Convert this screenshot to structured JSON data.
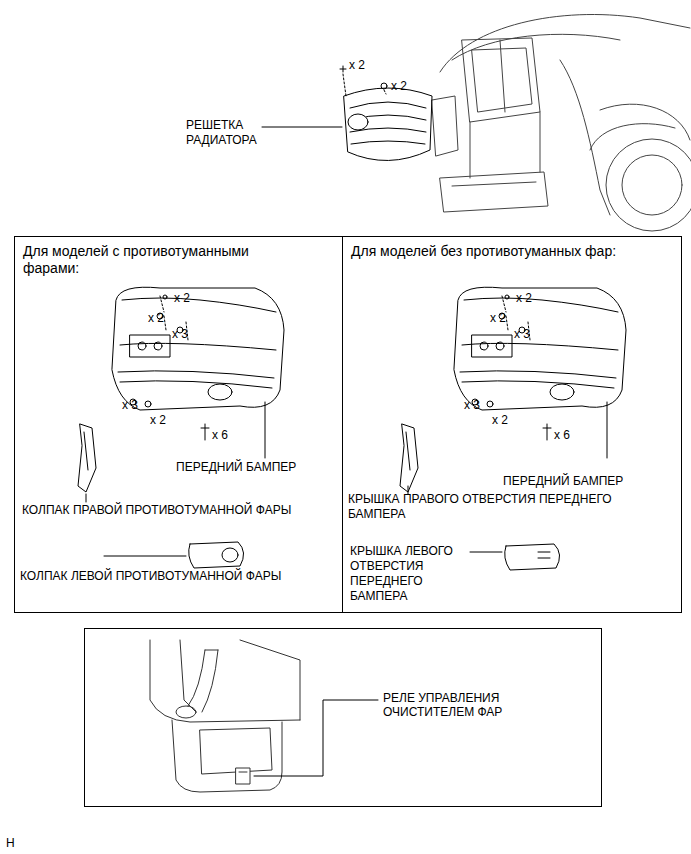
{
  "diagram": {
    "nodes": [
      {
        "text": [
          "Для моделей с противотуманными фарами:"
        ]
      },
      {
        "text": [
          "Для моделей без противотуманных фар:"
        ]
      },
      {
        "text": [
          "РЕЛЕ УПРАВЛЕНИЯ ОЧИСТИТЕЛЕМ ФАР"
        ]
      }
    ],
    "labels": [
      "x 2",
      "x 2",
      "РЕШЕТКА РАДИАТОРА",
      "x 2",
      "x 2",
      "x 3",
      "x 3",
      "x 2",
      "x 6",
      "ПЕРЕДНИЙ БАМПЕР",
      "КОЛПАК ПРАВОЙ ПРОТИВОТУМАННОЙ ФАРЫ",
      "КОЛПАК ЛЕВОЙ ПРОТИВОТУМАННОЙ ФАРЫ",
      "x 2",
      "x 2",
      "x 3",
      "x 3",
      "x 2",
      "x 6",
      "ПЕРЕДНИЙ БАМПЕР",
      "КРЫШКА ПРАВОГО ОТВЕРСТИЯ ПЕРЕДНЕГО БАМПЕРА",
      "КРЫШКА ЛЕВОГО ОТВЕРСТИЯ ПЕРЕДНЕГО БАМПЕРА",
      "H"
    ]
  }
}
